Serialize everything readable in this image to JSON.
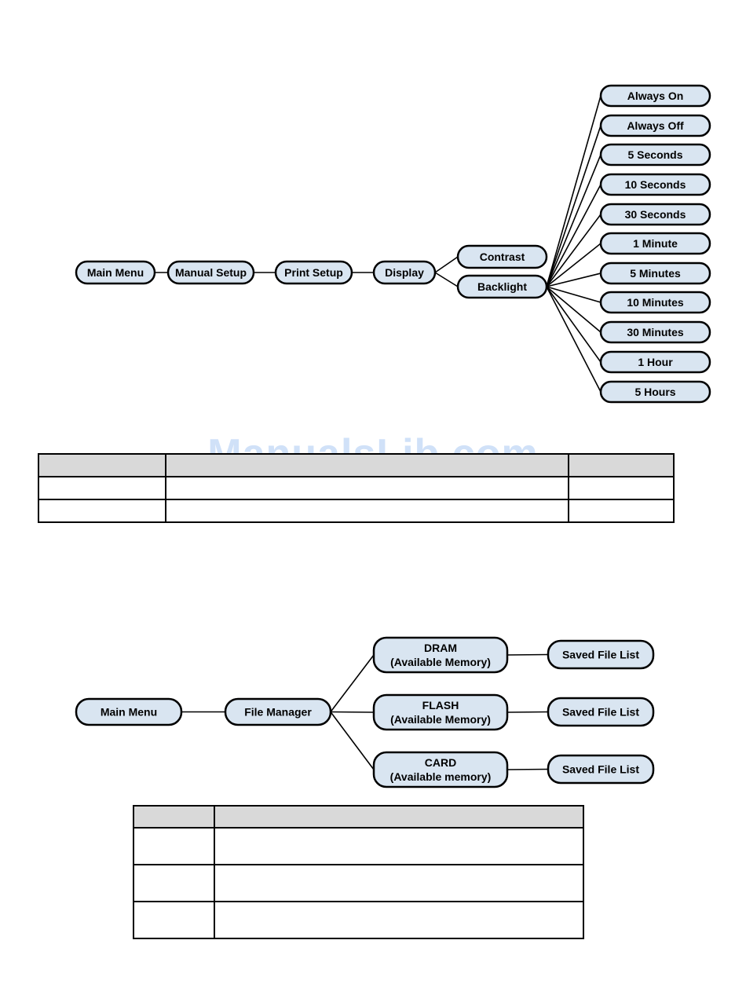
{
  "watermark": "ManualsLib.com",
  "colors": {
    "node_fill": "#d9e5f1",
    "node_stroke": "#000000",
    "table_header": "#d9d9d9"
  },
  "diagram_1": {
    "nodes": [
      {
        "id": "main_menu",
        "label": "Main Menu"
      },
      {
        "id": "manual_setup",
        "label": "Manual Setup"
      },
      {
        "id": "print_setup",
        "label": "Print Setup"
      },
      {
        "id": "display",
        "label": "Display"
      },
      {
        "id": "contrast",
        "label": "Contrast"
      },
      {
        "id": "backlight",
        "label": "Backlight"
      },
      {
        "id": "always_on",
        "label": "Always On"
      },
      {
        "id": "always_off",
        "label": "Always Off"
      },
      {
        "id": "sec5",
        "label": "5 Seconds"
      },
      {
        "id": "sec10",
        "label": "10 Seconds"
      },
      {
        "id": "sec30",
        "label": "30 Seconds"
      },
      {
        "id": "min1",
        "label": "1 Minute"
      },
      {
        "id": "min5",
        "label": "5 Minutes"
      },
      {
        "id": "min10",
        "label": "10 Minutes"
      },
      {
        "id": "min30",
        "label": "30 Minutes"
      },
      {
        "id": "hour1",
        "label": "1 Hour"
      },
      {
        "id": "hour5",
        "label": "5 Hours"
      }
    ],
    "edges": [
      [
        "main_menu",
        "manual_setup"
      ],
      [
        "manual_setup",
        "print_setup"
      ],
      [
        "print_setup",
        "display"
      ],
      [
        "display",
        "contrast"
      ],
      [
        "display",
        "backlight"
      ],
      [
        "backlight",
        "always_on"
      ],
      [
        "backlight",
        "always_off"
      ],
      [
        "backlight",
        "sec5"
      ],
      [
        "backlight",
        "sec10"
      ],
      [
        "backlight",
        "sec30"
      ],
      [
        "backlight",
        "min1"
      ],
      [
        "backlight",
        "min5"
      ],
      [
        "backlight",
        "min10"
      ],
      [
        "backlight",
        "min30"
      ],
      [
        "backlight",
        "hour1"
      ],
      [
        "backlight",
        "hour5"
      ]
    ]
  },
  "diagram_2": {
    "nodes": [
      {
        "id": "main_menu",
        "label": "Main Menu"
      },
      {
        "id": "file_manager",
        "label": "File Manager"
      },
      {
        "id": "dram",
        "label": "DRAM\n(Available Memory)"
      },
      {
        "id": "flash",
        "label": "FLASH\n(Available Memory)"
      },
      {
        "id": "card",
        "label": "CARD\n(Available memory)"
      },
      {
        "id": "saved1",
        "label": "Saved File List"
      },
      {
        "id": "saved2",
        "label": "Saved File List"
      },
      {
        "id": "saved3",
        "label": "Saved File List"
      }
    ],
    "edges": [
      [
        "main_menu",
        "file_manager"
      ],
      [
        "file_manager",
        "dram"
      ],
      [
        "file_manager",
        "flash"
      ],
      [
        "file_manager",
        "card"
      ],
      [
        "dram",
        "saved1"
      ],
      [
        "flash",
        "saved2"
      ],
      [
        "card",
        "saved3"
      ]
    ]
  }
}
